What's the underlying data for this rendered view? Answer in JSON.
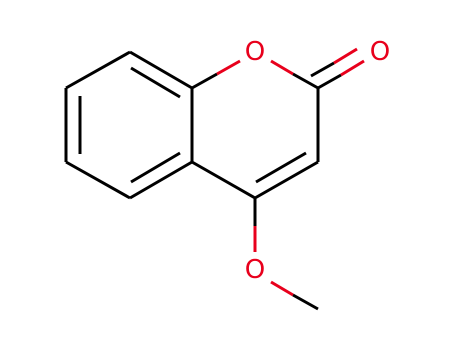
{
  "molecule": {
    "atoms": {
      "ring_oxygen": "O",
      "carbonyl_oxygen": "O",
      "methoxy_oxygen": "O"
    },
    "colors": {
      "bond": "#000000",
      "heteroatom": "#e8001c",
      "background": "#ffffff"
    }
  }
}
